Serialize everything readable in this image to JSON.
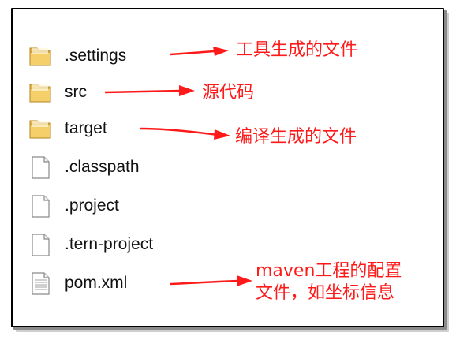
{
  "items": [
    {
      "name": ".settings",
      "type": "folder"
    },
    {
      "name": "src",
      "type": "folder"
    },
    {
      "name": "target",
      "type": "folder"
    },
    {
      "name": ".classpath",
      "type": "file"
    },
    {
      "name": ".project",
      "type": "file"
    },
    {
      "name": ".tern-project",
      "type": "file"
    },
    {
      "name": "pom.xml",
      "type": "text-file"
    }
  ],
  "annotations": {
    "settings": "工具生成的文件",
    "src": "源代码",
    "target": "编译生成的文件",
    "pom_line1": "maven工程的配置",
    "pom_line2": "文件，如坐标信息"
  },
  "colors": {
    "annotation": "#ff1a1a",
    "folder": "#e8b84a",
    "border": "#000000"
  }
}
